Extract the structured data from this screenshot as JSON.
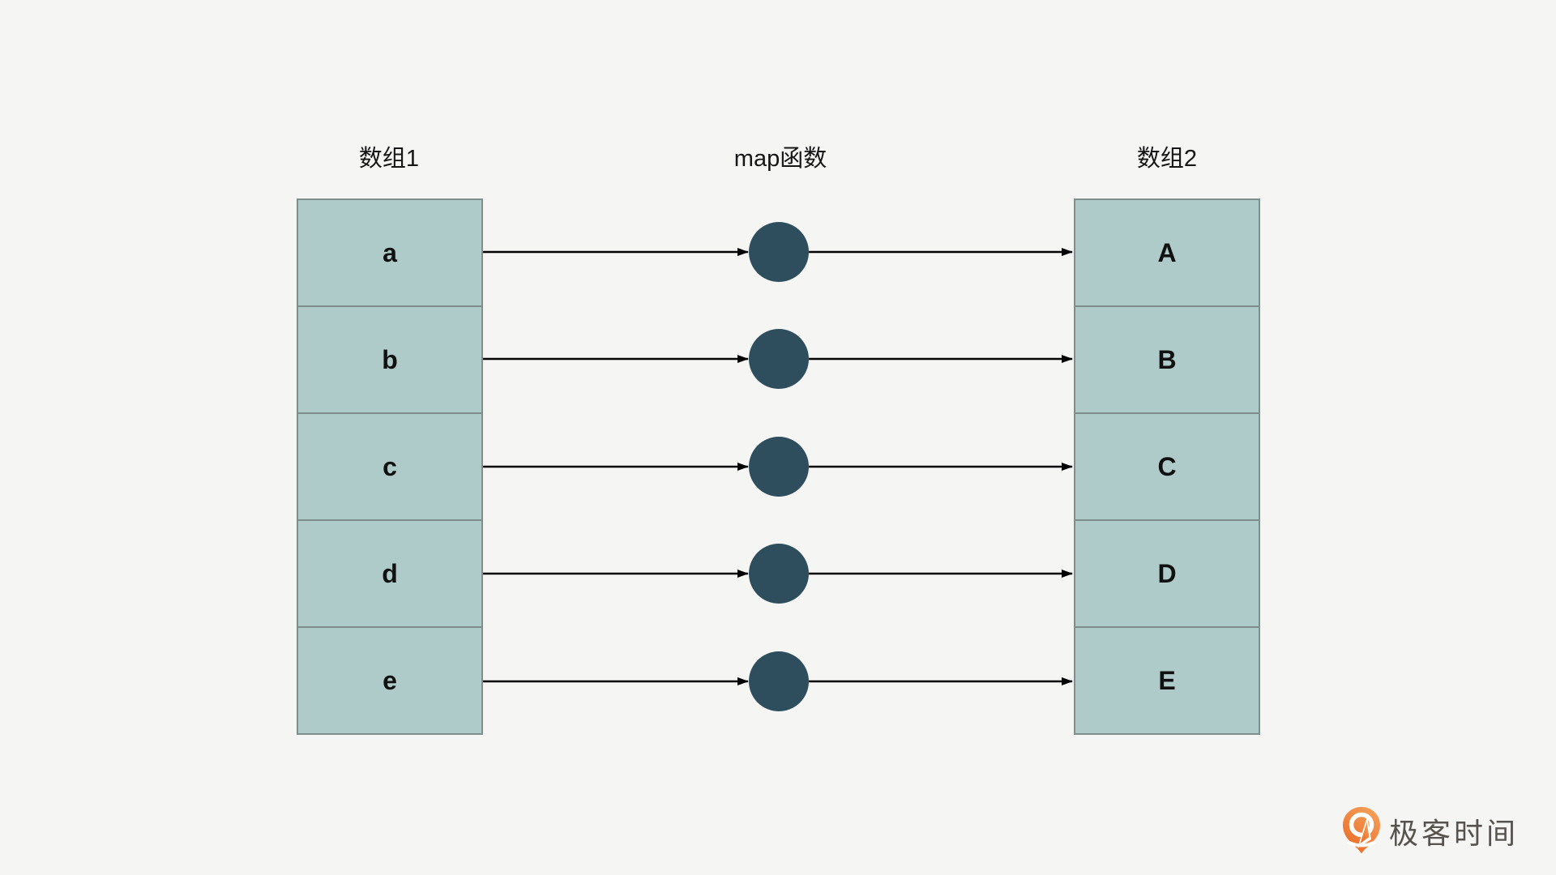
{
  "page": {
    "background": "#f5f5f4"
  },
  "diagram": {
    "left_column": {
      "title": "数组1",
      "items": [
        "a",
        "b",
        "c",
        "d",
        "e"
      ]
    },
    "map": {
      "title": "map函数",
      "node_count": 5
    },
    "right_column": {
      "title": "数组2",
      "items": [
        "A",
        "B",
        "C",
        "D",
        "E"
      ]
    }
  },
  "colors": {
    "page_bg": "#f5f5f4",
    "cell_fill": "#aecac9",
    "cell_border": "#7e8e8c",
    "node_fill": "#2e4e5e",
    "arrow": "#000000",
    "logo_text_color": "#56524e",
    "logo_orange_light": "#f5a05b",
    "logo_orange_dark": "#e96a25"
  },
  "logo": {
    "text": "极客时间"
  }
}
